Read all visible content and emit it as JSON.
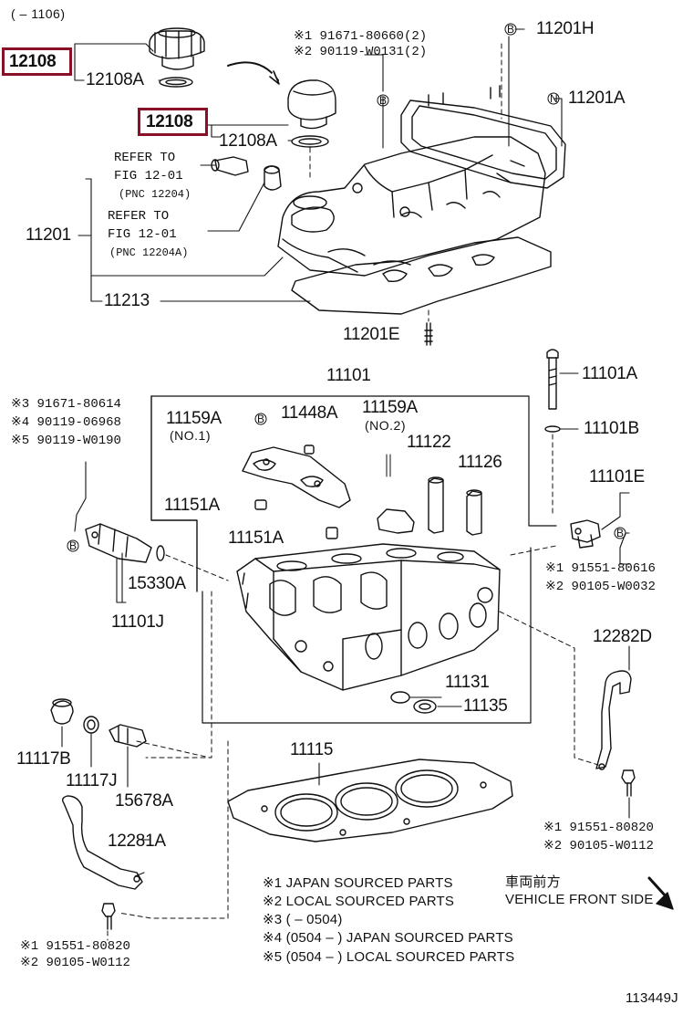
{
  "range_label": "(      – 1106)",
  "highlight_color": "#8a1028",
  "parts": {
    "p12108_top": "12108",
    "p12108a_top": "12108A",
    "p12108_mid": "12108",
    "p12108a_mid": "12108A",
    "p11201": "11201",
    "p11213": "11213",
    "p11201h": "11201H",
    "p11201a": "11201A",
    "p11201e": "11201E",
    "p11101": "11101",
    "p11101a": "11101A",
    "p11101b": "11101B",
    "p11101e": "11101E",
    "p11159a_1": "11159A",
    "no1": "(NO.1)",
    "p11448a": "11448A",
    "p11159a_2": "11159A",
    "no2": "(NO.2)",
    "p11122": "11122",
    "p11126": "11126",
    "p11151a_1": "11151A",
    "p11151a_2": "11151A",
    "p15330a": "15330A",
    "p11101j": "11101J",
    "p11131": "11131",
    "p11135": "11135",
    "p12282d": "12282D",
    "p11117b": "11117B",
    "p11117j": "11117J",
    "p15678a": "15678A",
    "p11115": "11115",
    "p12281a": "12281A",
    "diagram_id": "113449J"
  },
  "refer": {
    "refer1_line1": "REFER TO",
    "refer1_line2": "FIG 12-01",
    "refer1_line3": "(PNC 12204)",
    "refer2_line1": "REFER TO",
    "refer2_line2": "FIG 12-01",
    "refer2_line3": "(PNC 12204A)"
  },
  "refs": {
    "top_1": "※1  91671-80660(2)",
    "top_2": "※2  90119-W0131(2)",
    "left_3": "※3 91671-80614",
    "left_4": "※4 90119-06968",
    "left_5": "※5 90119-W0190",
    "right_1": "※1  91551-80616",
    "right_2": "※2  90105-W0032",
    "br_1": "※1 91551-80820",
    "br_2": "※2 90105-W0112",
    "bl_1": "※1 91551-80820",
    "bl_2": "※2 90105-W0112"
  },
  "markers": {
    "b": "B",
    "n": "N"
  },
  "legend": {
    "l1": "※1   JAPAN SOURCED PARTS",
    "l2": "※2   LOCAL SOURCED PARTS",
    "l3": "※3 (          – 0504)",
    "l4": "※4 (0504 –          ) JAPAN SOURCED PARTS",
    "l5": "※5 (0504 –          ) LOCAL SOURCED PARTS",
    "front_jp": "車両前方",
    "front_en": "VEHICLE FRONT SIDE"
  }
}
